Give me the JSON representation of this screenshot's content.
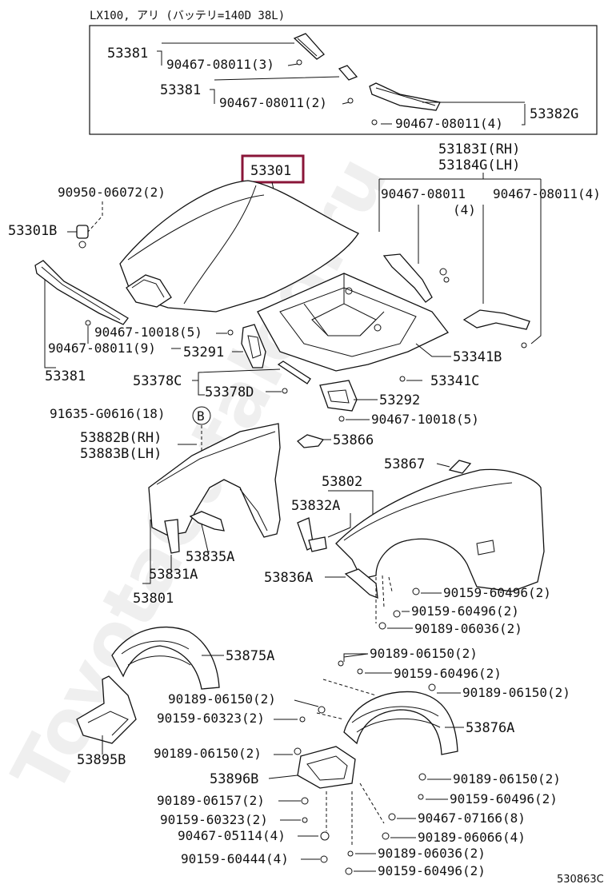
{
  "header": {
    "note": "LX100, アリ (バッテリ=140D 38L)"
  },
  "watermark": {
    "text": "ToyotaCatalog.ru"
  },
  "highlight": {
    "part": "53301",
    "color": "#8a1538"
  },
  "reference": {
    "code": "530863C"
  },
  "labels": {
    "p53381_top": "53381",
    "p90467_08011_3": "90467-08011(3)",
    "p53381_mid": "53381",
    "p90467_08011_2": "90467-08011(2)",
    "p53382G": "53382G",
    "p90467_08011_4a": "90467-08011(4)",
    "p53301": "53301",
    "p53183I": "53183I(RH)",
    "p53184G": "53184G(LH)",
    "p90950": "90950-06072(2)",
    "p90467_08011_L": "90467-08011",
    "p_qty4": "(4)",
    "p90467_08011_R": "90467-08011(4)",
    "p53301B": "53301B",
    "p90467_10018_5a": "90467-10018(5)",
    "p90467_08011_9": "90467-08011(9)",
    "p53291": "53291",
    "p53341B": "53341B",
    "p53381_bot": "53381",
    "p53378C": "53378C",
    "p53378D": "53378D",
    "p53341C": "53341C",
    "p53292": "53292",
    "p90467_10018_5b": "90467-10018(5)",
    "p91635": "91635-G0616(18)",
    "p_B": "B",
    "p53882B": "53882B(RH)",
    "p53883B": "53883B(LH)",
    "p53866": "53866",
    "p53867": "53867",
    "p53802": "53802",
    "p53832A": "53832A",
    "p53835A": "53835A",
    "p53831A": "53831A",
    "p53836A": "53836A",
    "p90159_60496_a": "90159-60496(2)",
    "p90159_60496_b": "90159-60496(2)",
    "p53801": "53801",
    "p90189_06036_a": "90189-06036(2)",
    "p53875A": "53875A",
    "p90189_06150_a": "90189-06150(2)",
    "p90159_60496_c": "90159-60496(2)",
    "p90189_06150_b": "90189-06150(2)",
    "p90189_06150_c": "90189-06150(2)",
    "p90159_60323_a": "90159-60323(2)",
    "p53876A": "53876A",
    "p53895B": "53895B",
    "p90189_06150_d": "90189-06150(2)",
    "p53896B": "53896B",
    "p90189_06150_e": "90189-06150(2)",
    "p90189_06157": "90189-06157(2)",
    "p90159_60496_d": "90159-60496(2)",
    "p90159_60323_b": "90159-60323(2)",
    "p90467_07166": "90467-07166(8)",
    "p90467_05114": "90467-05114(4)",
    "p90189_06066": "90189-06066(4)",
    "p90189_06036_b": "90189-06036(2)",
    "p90159_60444": "90159-60444(4)",
    "p90159_60496_e": "90159-60496(2)"
  }
}
